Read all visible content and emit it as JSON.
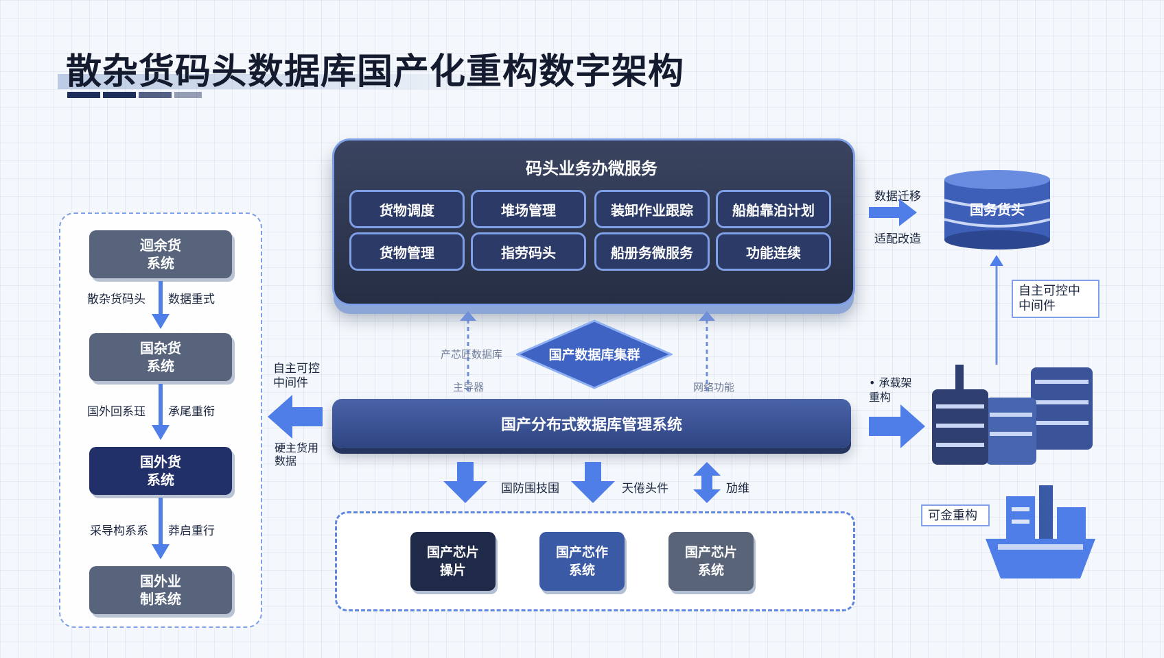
{
  "title": "散杂货码头数据库国产化重构数字架构",
  "top_panel": {
    "title": "码头业务办微服务",
    "modules": [
      "货物调度",
      "堆场管理",
      "装卸作业跟踪",
      "船舶靠泊计划",
      "货物管理",
      "指劳码头",
      "船册务微服务",
      "功能连续"
    ]
  },
  "left_column": {
    "systems": [
      "迴余货\n系统",
      "国杂货\n系统",
      "国外货\n系统",
      "国外业\n制系统"
    ],
    "labels": [
      [
        "散杂货码头",
        "数据重式"
      ],
      [
        "国外回系珏",
        "承尾重衔"
      ],
      [
        "采导构系系",
        "莽启重行"
      ]
    ]
  },
  "middle": {
    "cluster": "国产数据库集群",
    "cluster_left_label": "产芯匠数据库",
    "cluster_left_sub": "主导器",
    "cluster_right_sub": "网络功能",
    "dbms": "国产分布式数据库管理系统",
    "left_arrow_top": "自主可控\n中间件",
    "left_arrow_bottom": "硬主货用\n数据",
    "right_arrow_label": "• 承载架\n重构"
  },
  "down_arrows": [
    "国防围技围",
    "天倦头件",
    "劢维"
  ],
  "chips": [
    "国产芯片\n操片",
    "国产芯作\n系统",
    "国产芯片\n系统"
  ],
  "right": {
    "db_label": "国务货头",
    "migrate_top": "数据迁移",
    "migrate_bottom": "适配改造",
    "middleware_note": "自主可控中\n中间件",
    "rebuild_note": "可金重构"
  },
  "colors": {
    "dark_panel": "#2b3a66",
    "accent_blue": "#4f7ee8",
    "gray_box": "#57647c"
  }
}
